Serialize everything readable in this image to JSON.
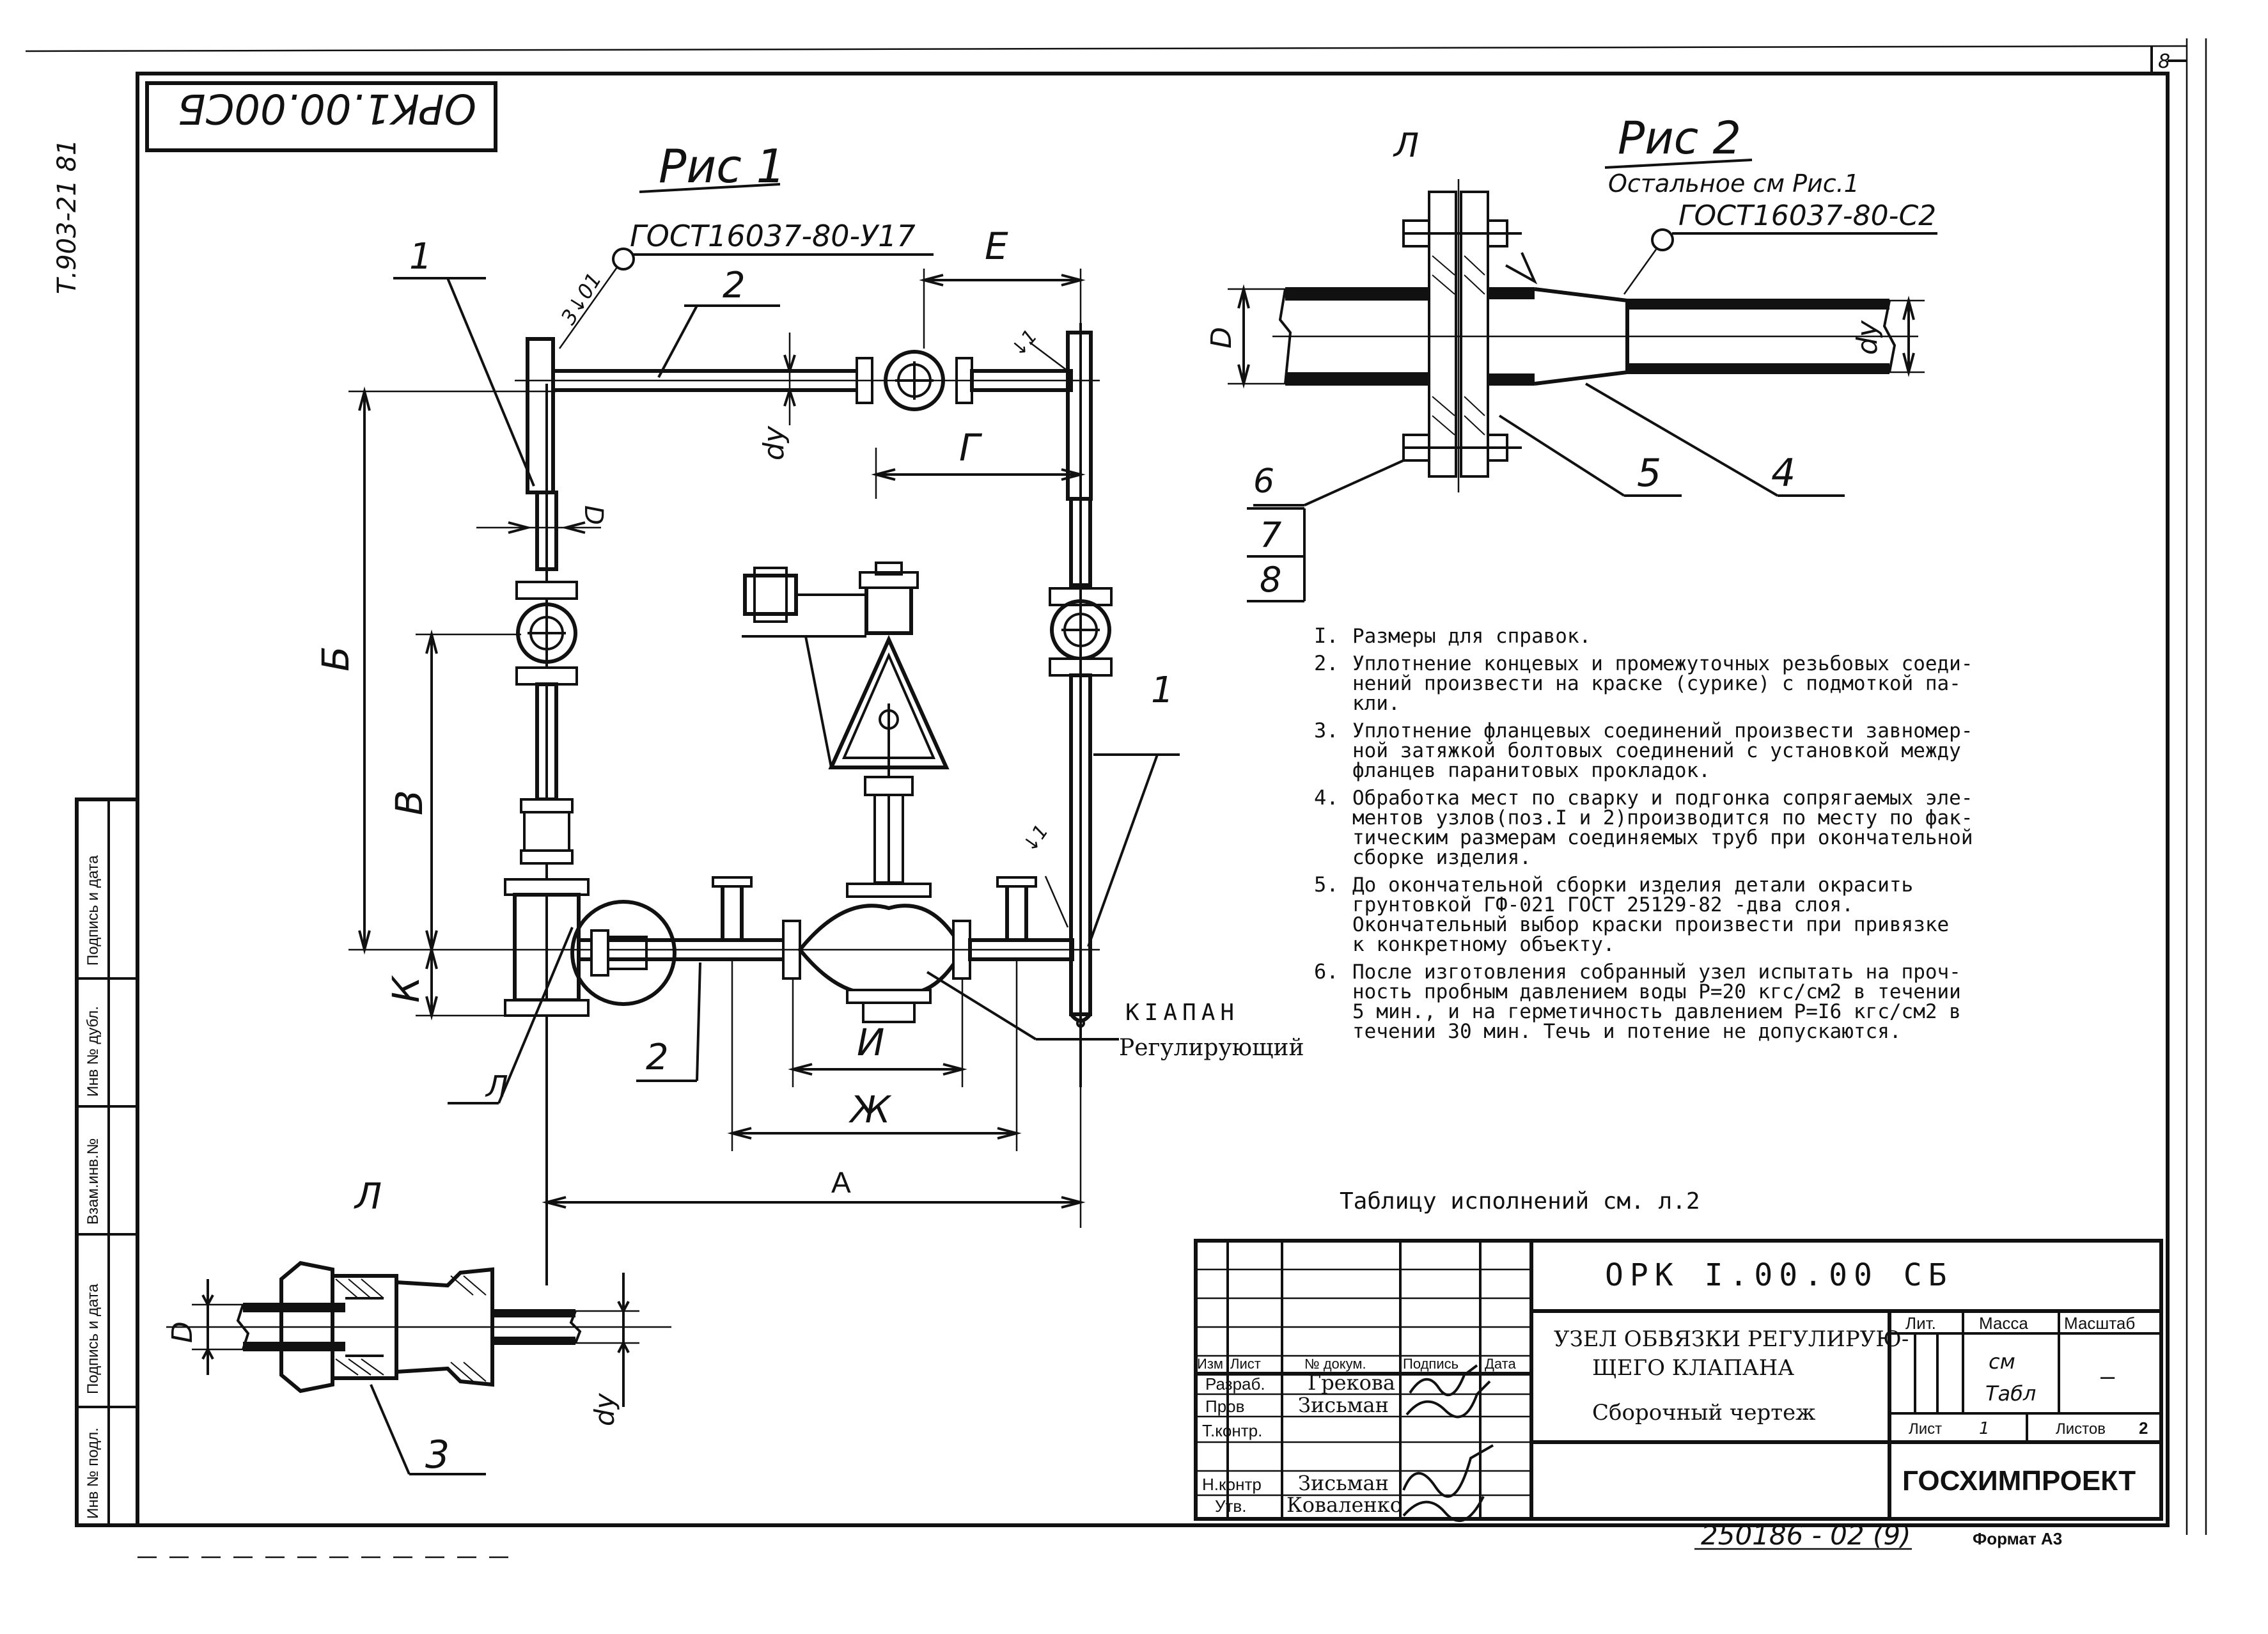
{
  "sheet": {
    "stamp_code": "ОРК1.00.00СБ",
    "margin_code": "Т.903-21 81",
    "sheet_number": "8"
  },
  "fig1": {
    "title": "Рис 1",
    "weld_symbol": "ГОСТ16037-80-У17",
    "weld_mark_a": "3↓01",
    "weld_mark_b": "↓1",
    "weld_mark_c": "↓1",
    "pos_1_left": "1",
    "pos_1_right": "1",
    "pos_2_top": "2",
    "pos_2_bottom": "2",
    "pos_L": "Л",
    "dim_E": "Е",
    "dim_G": "Г",
    "dim_B6": "Б",
    "dim_V": "В",
    "dim_K": "К",
    "dim_D": "D",
    "dim_dy": "dy",
    "dim_I": "И",
    "dim_Zh": "Ж",
    "dim_A": "А",
    "valve_label_1": "КIАПАН",
    "valve_label_2": "Регулирующий"
  },
  "fig2": {
    "title": "Рис 2",
    "subtitle": "Остальное см Рис.1",
    "view_label": "Л",
    "weld_symbol": "ГОСТ16037-80-С2",
    "dim_D": "D",
    "dim_dy": "dy",
    "pos_4": "4",
    "pos_5": "5",
    "pos_6": "6",
    "pos_7": "7",
    "pos_8": "8"
  },
  "detail_L": {
    "view_label": "Л",
    "dim_D": "D",
    "dim_dy": "dy",
    "pos_3": "3"
  },
  "notes": [
    {
      "num": "I.",
      "lines": [
        "Размеры для справок."
      ]
    },
    {
      "num": "2.",
      "lines": [
        "Уплотнение концевых и промежуточных резьбовых соеди-",
        "нений произвести на краске (сурике)  с подмоткой па-",
        "кли."
      ]
    },
    {
      "num": "3.",
      "lines": [
        "Уплотнение фланцевых соединений произвести завномер-",
        "ной затяжкой болтовых соединений с установкой между",
        "фланцев паранитовых прокладок."
      ]
    },
    {
      "num": "4.",
      "lines": [
        "Обработка мест по сварку и подгонка сопрягаемых эле-",
        "ментов узлов(поз.I и 2)производится по месту по фак-",
        "тическим размерам соединяемых труб при окончательной",
        "сборке изделия."
      ]
    },
    {
      "num": "5.",
      "lines": [
        "До окончательной сборки изделия детали окрасить",
        "    грунтовкой ГФ-021 ГОСТ  25129-82 -два слоя.",
        "Окончательный выбор краски произвести при  привязке",
        "к конкретному объекту."
      ]
    },
    {
      "num": "6.",
      "lines": [
        "После изготовления собранный узел испытать на  проч-",
        "ность пробным давлением воды Р=20 кгс/см2 в течении",
        "5 мин., и на герметичность давлением Р=I6 кгс/см2 в",
        "течении 30 мин. Течь и потение не допускаются."
      ]
    }
  ],
  "table_ref": "Таблицу исполнений см. л.2",
  "title_block": {
    "doc_code": "ОРК  I.00.00  СБ",
    "name_line_1": "УЗЕЛ ОБВЯЗКИ РЕГУЛИРУЮ-",
    "name_line_2": "ЩЕГО  КЛАПАНА",
    "name_line_3": "Сборочный чертеж",
    "col_izm": "Изм",
    "col_list": "Лист",
    "col_dokum": "№ докум.",
    "col_podpis": "Подпись",
    "col_data": "Дата",
    "role_razrab": "Разраб.",
    "role_prov": "Пров",
    "role_tkontr": "Т.контр.",
    "role_nkontr": "Н.контр",
    "role_utv": "Утв.",
    "name_razrab": "Грекова",
    "name_prov": "Зисьман",
    "name_nkontr": "Зисьман",
    "name_utv": "Коваленко",
    "lit_label": "Лит.",
    "mass_label": "Масса",
    "scale_label": "Масштаб",
    "mass_value_1": "см",
    "mass_value_2": "Табл",
    "scale_value": "–",
    "sheet_label": "Лист",
    "sheet_value": "1",
    "sheets_label": "Листов",
    "sheets_value": "2",
    "org": "ГОСХИМПРОЕКТ"
  },
  "footer": {
    "copy_no": "250186 - 02 (9)",
    "format": "Формат А3"
  },
  "side_stamp": {
    "podp_data_1": "Подпись и дата",
    "inv_dubl": "Инв № дубл.",
    "vzam_inv": "Взам.инв.№",
    "podp_data_2": "Подпись и дата",
    "inv_podl": "Инв № подл."
  }
}
